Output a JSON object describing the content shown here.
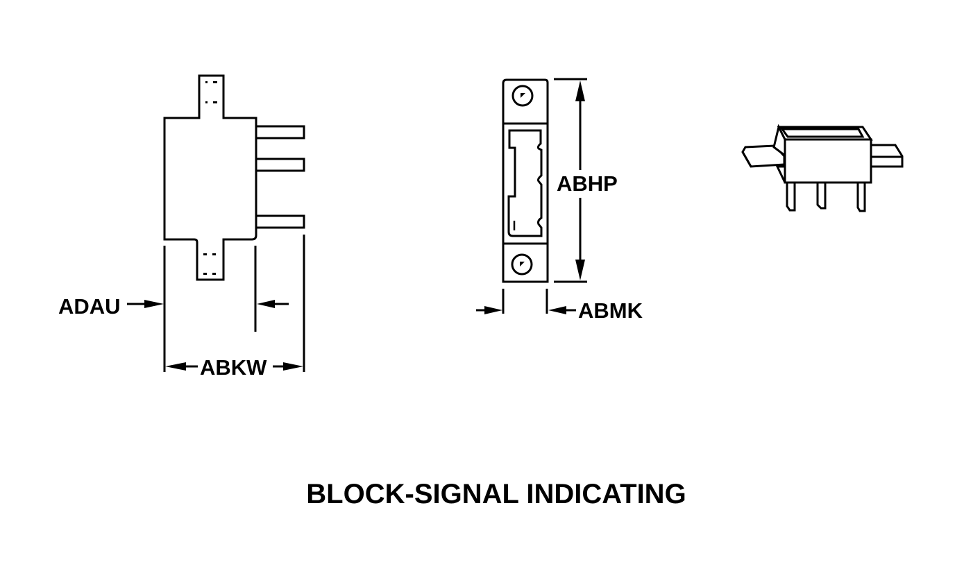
{
  "title": "BLOCK-SIGNAL INDICATING",
  "views": {
    "front": {
      "dimensions": {
        "left_offset": "ADAU",
        "overall_width": "ABKW"
      }
    },
    "side": {
      "dimensions": {
        "height": "ABHP",
        "thickness": "ABMK"
      }
    },
    "isometric": {}
  },
  "colors": {
    "line": "#000000",
    "background": "#ffffff"
  }
}
